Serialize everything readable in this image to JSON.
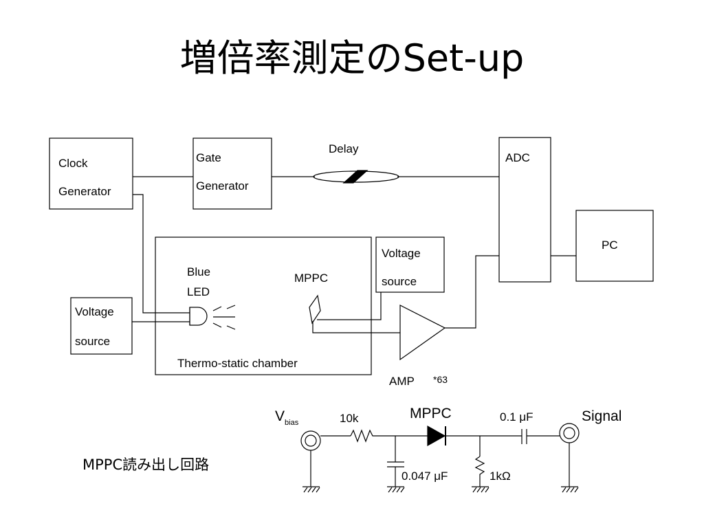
{
  "title": "増倍率測定のSet-up",
  "blocks": {
    "clock_generator": [
      "Clock",
      "Generator"
    ],
    "gate_generator": [
      "Gate",
      "Generator"
    ],
    "delay": "Delay",
    "adc": "ADC",
    "pc": "PC",
    "voltage_source_top": [
      "Voltage",
      "source"
    ],
    "voltage_source_left": [
      "Voltage",
      "source"
    ],
    "blue_led": [
      "Blue",
      "LED"
    ],
    "mppc": "MPPC",
    "chamber": "Thermo-static chamber",
    "amp": "AMP",
    "amp_gain": "*63"
  },
  "circuit": {
    "vbias": "V",
    "vbias_sub": "bias",
    "resistor_10k": "10k",
    "mppc": "MPPC",
    "cap_01": "0.1 μF",
    "signal": "Signal",
    "cap_0047": "0.047 μF",
    "resistor_1k": "1kΩ"
  },
  "caption": "MPPC読み出し回路"
}
